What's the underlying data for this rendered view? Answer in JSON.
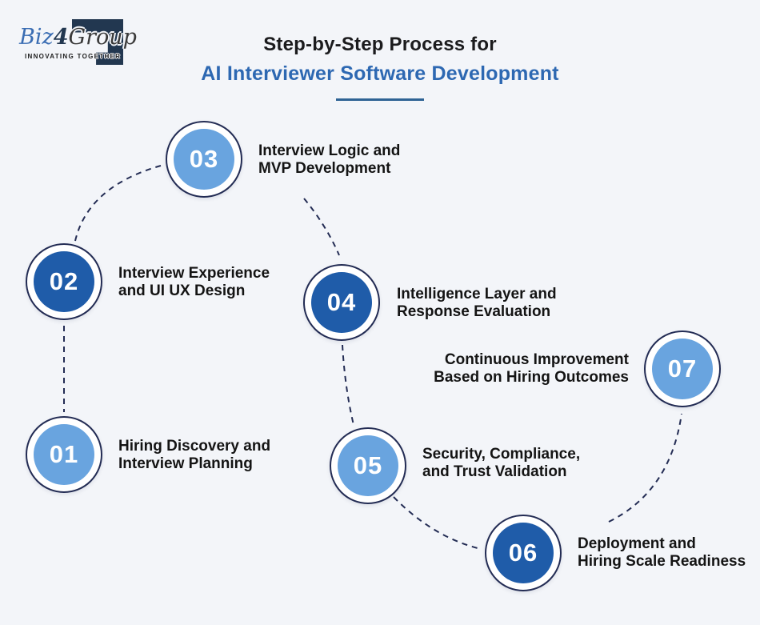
{
  "logo": {
    "brand_prefix": "Biz",
    "brand_digit": "4",
    "brand_suffix": "Group",
    "tagline": "INNOVATING TOGETHER"
  },
  "header": {
    "title_line1": "Step-by-Step Process for",
    "title_line2": "AI Interviewer Software Development"
  },
  "colors": {
    "background": "#f3f5f9",
    "light_blue": "#69a4df",
    "dark_blue": "#1f5ca9",
    "outline_navy": "#232c54",
    "title_blue": "#2d68b2",
    "underline_blue": "#2e6395",
    "label_text": "#141414",
    "logo_navy": "#223750",
    "logo_blue": "#3a6db3"
  },
  "steps": [
    {
      "number": "01",
      "variant": "light",
      "label_line1": "Hiring Discovery and",
      "label_line2": "Interview Planning"
    },
    {
      "number": "02",
      "variant": "dark",
      "label_line1": "Interview Experience",
      "label_line2": "and UI UX Design"
    },
    {
      "number": "03",
      "variant": "light",
      "label_line1": "Interview Logic and",
      "label_line2": "MVP Development"
    },
    {
      "number": "04",
      "variant": "dark",
      "label_line1": "Intelligence Layer and",
      "label_line2": "Response Evaluation"
    },
    {
      "number": "05",
      "variant": "light",
      "label_line1": "Security, Compliance,",
      "label_line2": "and Trust Validation"
    },
    {
      "number": "06",
      "variant": "dark",
      "label_line1": "Deployment and",
      "label_line2": "Hiring Scale Readiness"
    },
    {
      "number": "07",
      "variant": "light",
      "label_line1": "Continuous Improvement",
      "label_line2": "Based on Hiring Outcomes"
    }
  ]
}
